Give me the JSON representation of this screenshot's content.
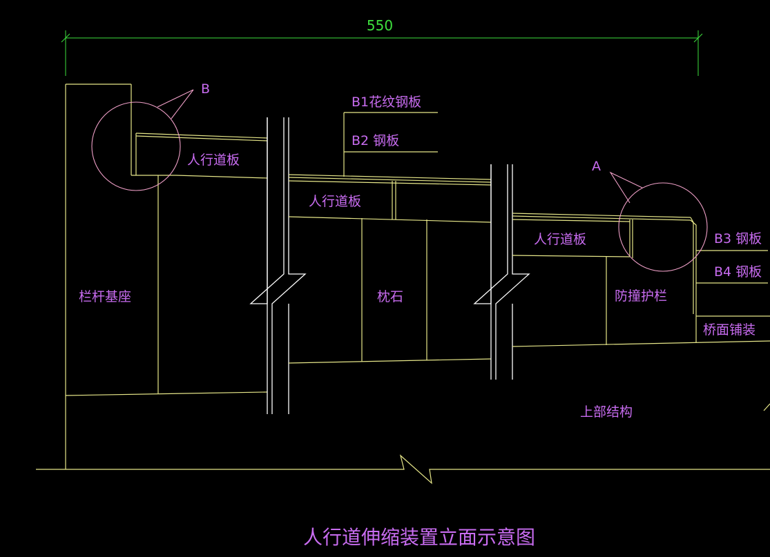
{
  "dimension": "550",
  "callouts": {
    "b": "B",
    "a": "A"
  },
  "labels": {
    "b1": "B1花纹钢板",
    "b2": "B2 钢板",
    "b3": "B3 钢板",
    "b4": "B4 钢板",
    "walkway_left": "人行道板",
    "walkway_mid": "人行道板",
    "walkway_right": "人行道板",
    "railing_base": "栏杆基座",
    "pillow_stone": "枕石",
    "crash_barrier": "防撞护栏",
    "deck_pavement": "桥面铺装",
    "superstructure": "上部结构"
  },
  "title": "人行道伸缩装置立面示意图",
  "colors": {
    "background": "#000000",
    "outline": "#e8e88a",
    "break_line": "#ffffff",
    "dimension": "#3ee03e",
    "callout": "#f0a0c8",
    "text": "#c86cf0"
  }
}
